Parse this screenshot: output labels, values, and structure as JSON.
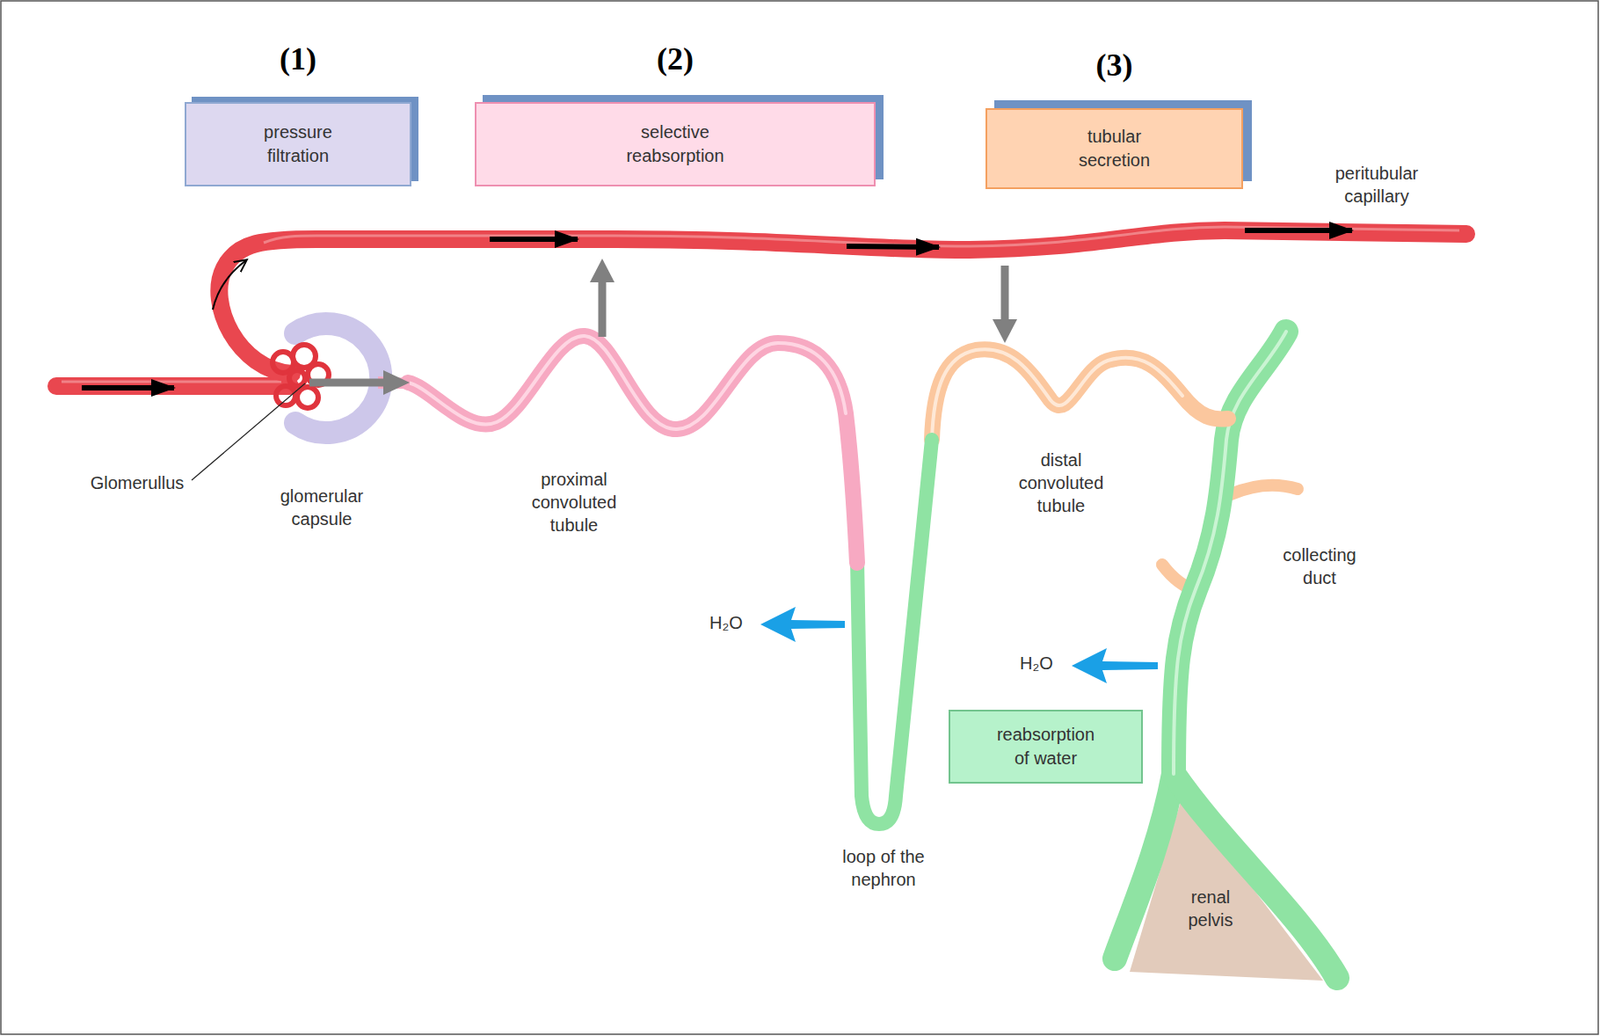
{
  "diagram": {
    "nodes": [
      {
        "text": [
          "(1)",
          "pressure filtration"
        ]
      },
      {
        "text": [
          "(2)",
          "selective reabsorption"
        ]
      },
      {
        "text": [
          "(3)",
          "tubular secretion"
        ]
      },
      {
        "text": [
          "reabsorption of water"
        ]
      }
    ],
    "labels": [
      "peritubular capillary",
      "Glomerullus",
      "glomerular capsule",
      "proximal convoluted tubule",
      "H₂O",
      "loop of the nephron",
      "distal convoluted tubule",
      "collecting duct",
      "H₂O",
      "renal pelvis"
    ]
  }
}
